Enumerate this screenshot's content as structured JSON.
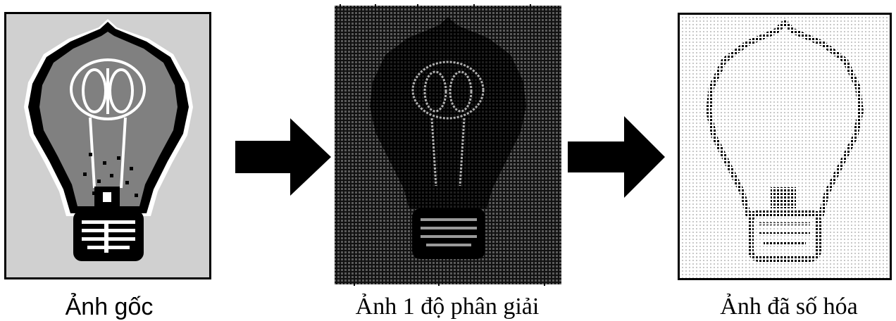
{
  "figure": {
    "panels": [
      {
        "id": "original",
        "caption": "Ảnh gốc",
        "icon": "light-bulb-icon"
      },
      {
        "id": "sampled",
        "caption": "Ảnh 1 độ phân giải",
        "icon": "sampled-bulb-icon"
      },
      {
        "id": "digitized",
        "caption": "Ảnh đã số hóa",
        "icon": "digitized-bulb-icon"
      }
    ],
    "arrows": [
      "right-arrow-icon",
      "right-arrow-icon"
    ],
    "colors": {
      "panel_bg_original": "#d0d0d0",
      "bulb_glass": "#808080",
      "outline": "#000000",
      "sampled_bg": "#3a3a3a",
      "digitized_bg": "#ffffff"
    }
  }
}
